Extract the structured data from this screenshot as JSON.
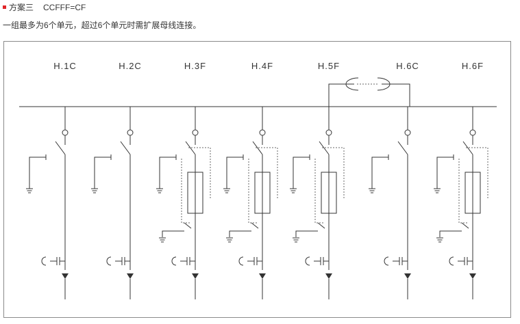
{
  "header": {
    "title": "方案三",
    "scheme_code": "CCFFF=CF",
    "description": "一组最多为6个单元，超过6个单元时需扩展母线连接。"
  },
  "diagram": {
    "units": [
      {
        "label": "H.1C",
        "type": "C"
      },
      {
        "label": "H.2C",
        "type": "C"
      },
      {
        "label": "H.3F",
        "type": "F"
      },
      {
        "label": "H.4F",
        "type": "F"
      },
      {
        "label": "H.5F",
        "type": "F"
      },
      {
        "label": "H.6C",
        "type": "C"
      },
      {
        "label": "H.6F",
        "type": "F"
      }
    ],
    "bus_coupler_after_unit": 5,
    "colors": {
      "line": "#333333",
      "dashed": "#666666",
      "accent": "#e0262a"
    }
  }
}
